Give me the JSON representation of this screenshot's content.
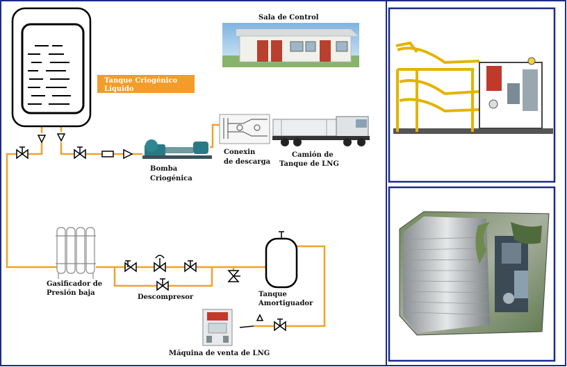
{
  "labels": {
    "tank": [
      "Tanque Criogénico",
      "Líquido"
    ],
    "control_room": "Sala de Control",
    "pump": [
      "Bomba",
      "Criogénica"
    ],
    "discharge": [
      "Conexin",
      "de descarga"
    ],
    "truck": [
      "Camión de",
      "Tanque de LNG"
    ],
    "gasifier": [
      "Gasificador de",
      "Presión baja"
    ],
    "decompressor": "Descompresor",
    "buffer_tank": [
      "Tanque",
      "Amortiguador"
    ],
    "dispenser": "Máquina de venta de LNG"
  },
  "colors": {
    "pipe": "#f0a22b",
    "tank_label_bg": "#f39c29",
    "frame": "#1c2a8a",
    "pump_body": "#2a7a86"
  }
}
